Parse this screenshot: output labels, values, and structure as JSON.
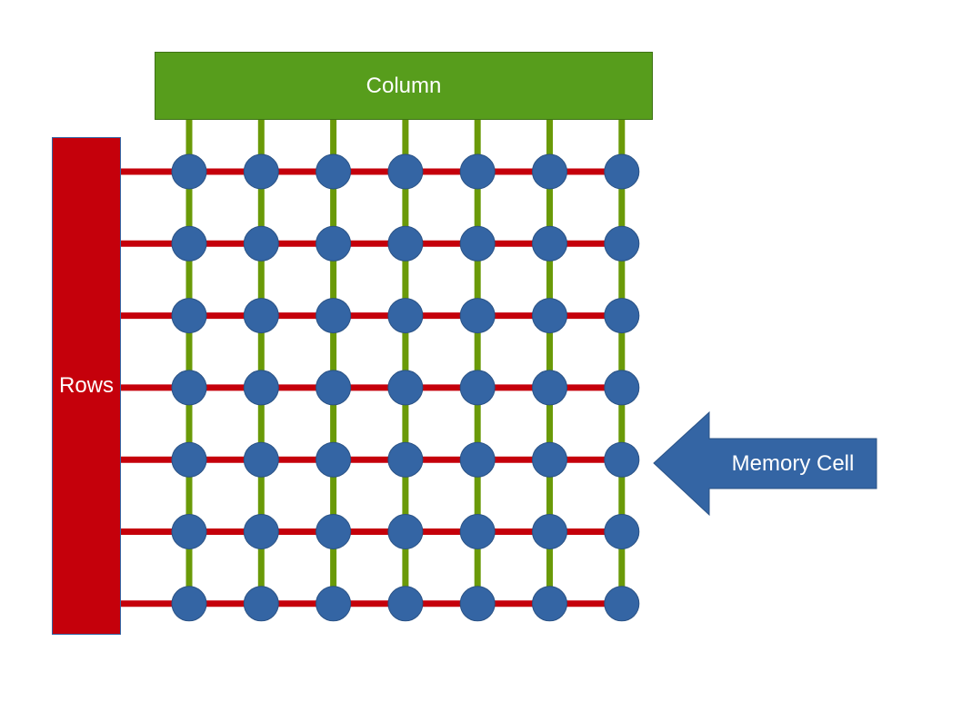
{
  "diagram": {
    "column_label": "Column",
    "rows_label": "Rows",
    "memory_cell_label": "Memory Cell",
    "grid": {
      "rows": 7,
      "columns": 7
    },
    "colors": {
      "column": "#579d1c",
      "column_line": "#6a9a08",
      "row": "#c5000b",
      "cell": "#3465a4",
      "arrow": "#3465a4"
    }
  }
}
